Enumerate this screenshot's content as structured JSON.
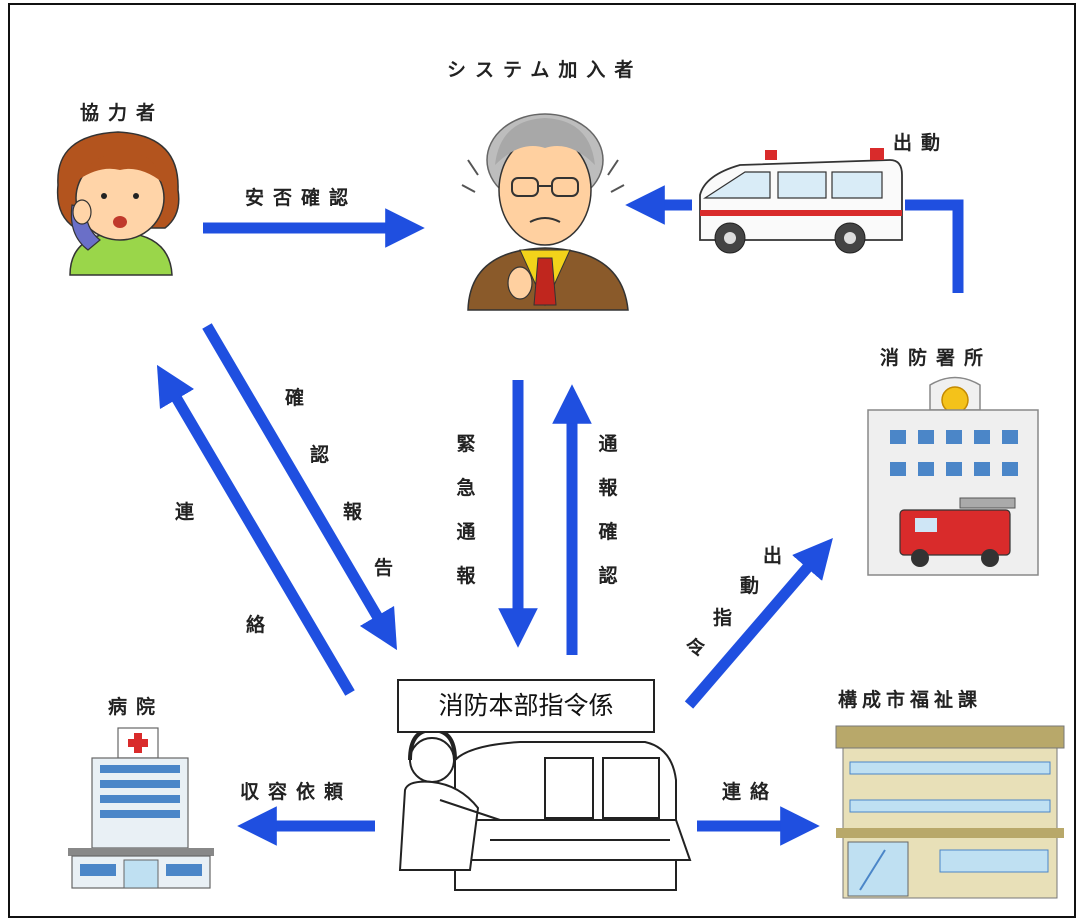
{
  "nodes": {
    "helper": "協力者",
    "subscriber": "システム加入者",
    "fire_station": "消防署所",
    "hospital": "病院",
    "welfare": "構成市福祉課",
    "dispatch_center": "消防本部指令係"
  },
  "edges": {
    "safety_check": "安否確認",
    "dispatch_ambulance": "出動",
    "confirm_report": "確認報告",
    "contact_left": "連絡",
    "emergency_call": "緊急通報",
    "call_confirm": "通報確認",
    "dispatch_order": "出動指令",
    "admission_request": "収容依頼",
    "contact_welfare": "連絡"
  },
  "colors": {
    "arrow": "#1f4fe0",
    "frame": "#111111"
  }
}
